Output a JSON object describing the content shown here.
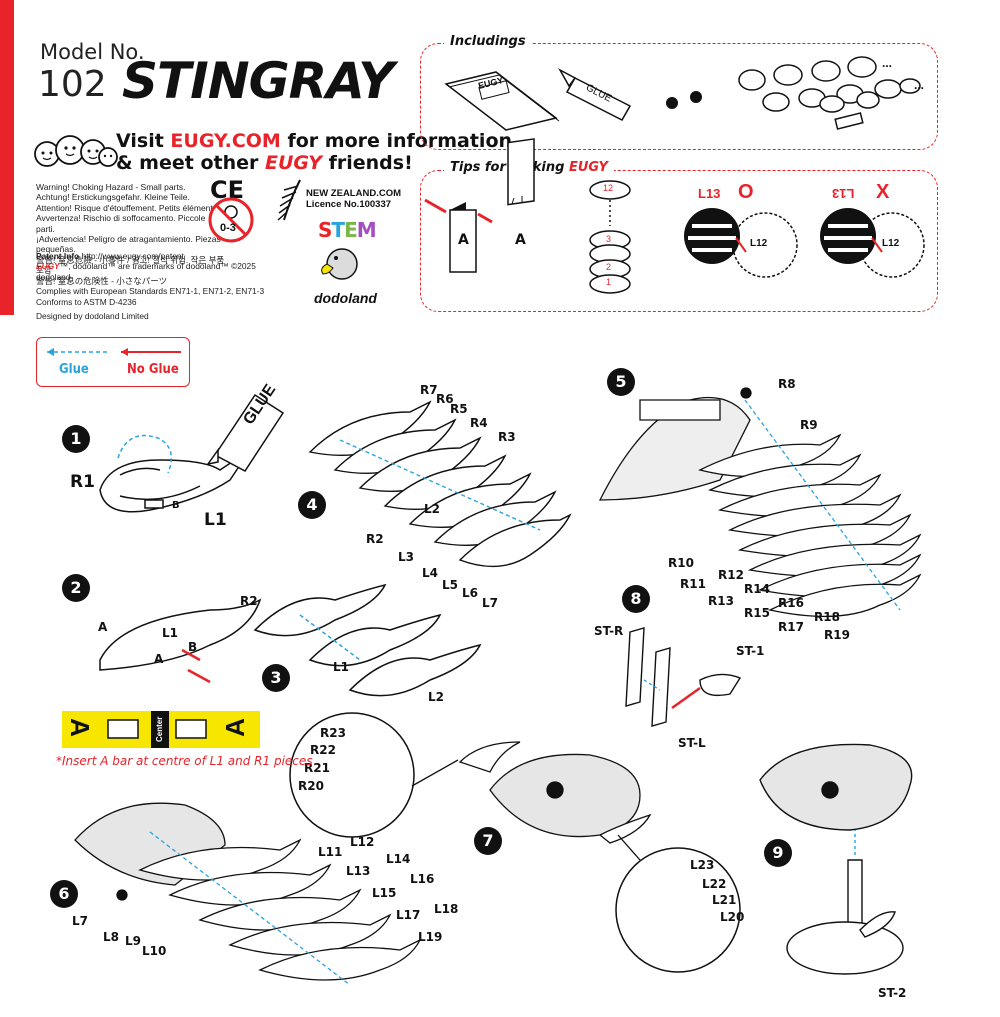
{
  "header": {
    "model_no_label": "Model No.",
    "model_number": "102",
    "model_name": "STINGRAY"
  },
  "promo": {
    "visit": "Visit",
    "site": "EUGY.COM",
    "for_more": "for more information",
    "meet_other": "& meet other",
    "brand": "EUGY",
    "friends": "friends!"
  },
  "warnings": [
    "Warning! Choking Hazard - Small parts.",
    "Achtung! Erstickungsgefahr. Kleine Teile.",
    "Attention! Risque d'étouffement. Petits éléments.",
    "Avvertenza! Rischio di soffocamento. Piccole parti.",
    "¡Advertencia! Peligro de atragantamiento. Piezas pequeñas.",
    "警告! 窒息危險 - 小零件 / 경고! 질식 위험. 작은 부품 포함",
    "警告! 窒息の危険性 - 小さなパーツ"
  ],
  "ce_mark": "CE",
  "age_badge": "0-3",
  "nz": {
    "line1": "NEW ZEALAND.COM",
    "line2": "Licence No.100337"
  },
  "stem_logo": "STEM",
  "patent": {
    "label": "Patent Info",
    "url": "http://www.eugy.com/patent",
    "trademarks": "™, dodoland™ are trademarks of dodoland™ ©2025 dodoland",
    "trademark_brand": "EUGY",
    "compliance1": "Complies with European Standards EN71-1, EN71-2, EN71-3",
    "compliance2": "Conforms to ASTM D-4236",
    "designed": "Designed by dodoland Limited"
  },
  "dodoland_logo": "dodoland",
  "includings": {
    "title": "Includings",
    "glue_tube": "GLUE",
    "booklet_logo": "EUGY",
    "ellipsis": "..."
  },
  "tips": {
    "title": "Tips for making",
    "brand": "EUGY",
    "card_letter": "A",
    "stack_numbers": [
      "12",
      "3",
      "2",
      "1"
    ],
    "correct_mark": "O",
    "wrong_mark": "X",
    "part_top": "L13",
    "part_top_flipped": "L13",
    "part_bottom": "L12"
  },
  "legend": {
    "glue": "Glue",
    "no_glue": "No Glue"
  },
  "colors": {
    "accent_red": "#e8232a",
    "glue_blue": "#29a3dd",
    "bar_yellow": "#f6e600"
  },
  "steps": {
    "s1": {
      "num": "1",
      "parts": [
        "R1",
        "L1",
        "B"
      ],
      "glue_tube": "GLUE"
    },
    "s2": {
      "num": "2",
      "parts": [
        "A",
        "L1",
        "B",
        "A"
      ]
    },
    "s3": {
      "num": "3",
      "parts": [
        "R2",
        "L1",
        "L2"
      ]
    },
    "s4": {
      "num": "4",
      "parts": [
        "R7",
        "R6",
        "R5",
        "R4",
        "R3",
        "R2",
        "L2",
        "L3",
        "L4",
        "L5",
        "L6",
        "L7"
      ]
    },
    "s5": {
      "num": "5",
      "parts": [
        "R8",
        "R9",
        "R10",
        "R11",
        "R12",
        "R13",
        "R14",
        "R15",
        "R16",
        "R17",
        "R18",
        "R19"
      ]
    },
    "s6": {
      "num": "6",
      "parts": [
        "L7",
        "L8",
        "L9",
        "L10",
        "L11",
        "L12",
        "L13",
        "L14",
        "L15",
        "L16",
        "L17",
        "L18",
        "L19"
      ]
    },
    "s7": {
      "num": "7",
      "top_parts": [
        "R23",
        "R22",
        "R21",
        "R20"
      ],
      "bottom_parts": [
        "L23",
        "L22",
        "L21",
        "L20"
      ]
    },
    "s8": {
      "num": "8",
      "parts": [
        "ST-R",
        "ST-1",
        "ST-L"
      ]
    },
    "s9": {
      "num": "9",
      "parts": [
        "ST-2"
      ]
    }
  },
  "a_bar": {
    "left": "A",
    "center": "Center",
    "right": "A",
    "note": "*Insert A bar at centre of L1 and R1 pieces"
  }
}
